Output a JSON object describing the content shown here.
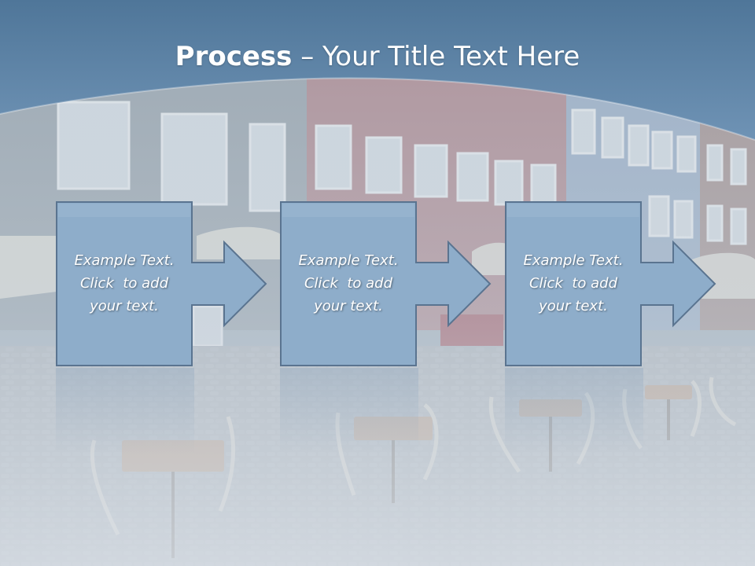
{
  "slide": {
    "title_bold": "Process",
    "title_dash": " – ",
    "title_rest": "Your Title Text Here",
    "steps": [
      {
        "line1": "Example Text.",
        "line2": "Click  to add",
        "line3": "your text."
      },
      {
        "line1": "Example Text.",
        "line2": "Click  to add",
        "line3": "your text."
      },
      {
        "line1": "Example Text.",
        "line2": "Click  to add",
        "line3": "your text."
      }
    ]
  },
  "colors": {
    "header_band": "#5f86aa",
    "box_fill": "#8faecb",
    "box_stroke": "#5d7690",
    "title_text": "#ffffff"
  }
}
